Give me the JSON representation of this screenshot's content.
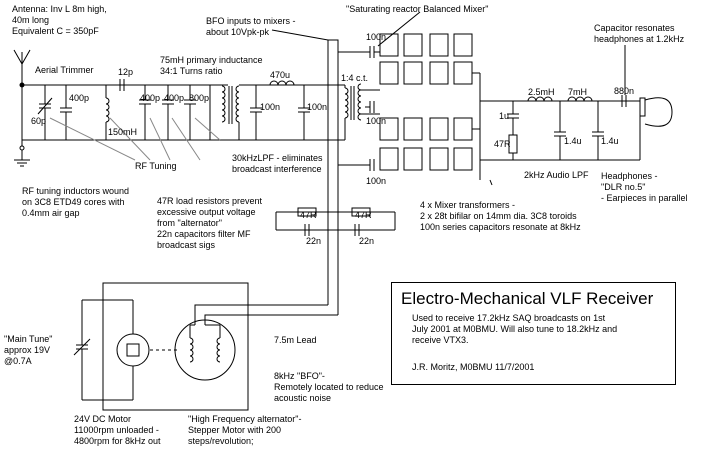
{
  "diagram": {
    "title": "Electro-Mechanical VLF Receiver",
    "description": "Used to receive 17.2kHz SAQ broadcasts on 1st\nJuly 2001 at M0BMU. Will also tune to 18.2kHz and\nreceive VTX3.",
    "author": "J.R. Moritz, M0BMU 11/7/2001",
    "labels": {
      "antenna": "Antenna: Inv L 8m high,\n40m long\nEquivalent C = 350pF",
      "bfo_inputs": "BFO inputs to mixers -\nabout 10Vpk-pk",
      "mixer_title": "\"Saturating reactor Balanced Mixer\"",
      "cap_resonates": "Capacitor resonates\nheadphones at 1.2kHz",
      "aerial_trimmer": "Aerial Trimmer",
      "c12p": "12p",
      "primary": "75mH primary inductance\n34:1 Turns ratio",
      "l470u": "470u",
      "ct": "1:4 c.t.",
      "c400p_a": "400p",
      "c60p": "60p",
      "l150mh": "150mH",
      "c400p_b": "400p",
      "c400p_c": "400p",
      "c800p": "800p",
      "c100n_a": "100n",
      "c100n_b": "100n",
      "c100n_top": "100n",
      "c100n_mid": "100n",
      "c100n_bot": "100n",
      "c1u": "1u",
      "r47r": "47R",
      "l25mh": "2.5mH",
      "l7mh": "7mH",
      "c880n": "880n",
      "c14u_a": "1.4u",
      "c14u_b": "1.4u",
      "rf_tuning": "RF Tuning",
      "lpf30k": "30kHzLPF - eliminates\nbroadcast interference",
      "audio_lpf": "2kHz Audio LPF",
      "headphones": "Headphones -\n\"DLR no.5\"\n- Earpieces in parallel",
      "rf_inductors": "RF tuning inductors wound\non 3C8 ETD49 cores with\n0.4mm air gap",
      "load_resistors": "47R load resistors prevent\nexcessive output voltage\nfrom \"alternator\"\n22n capacitors filter MF\nbroadcast sigs",
      "r47r_a": "47R",
      "r47r_b": "47R",
      "c22n_a": "22n",
      "c22n_b": "22n",
      "mixer_xfmr": "4 x Mixer transformers -\n2 x 28t bifilar on 14mm dia. 3C8 toroids\n100n series capacitors resonate at 8kHz",
      "main_tune": "\"Main Tune\"\napprox 19V\n@0.7A",
      "lead": "7.5m Lead",
      "bfo_remote": "8kHz \"BFO\"-\nRemotely located to reduce\nacoustic noise",
      "dc_motor": "24V DC Motor\n11000rpm unloaded -\n4800rpm for 8kHz out",
      "hf_alternator": "\"High Frequency alternator\"-\nStepper Motor with 200\nsteps/revolution;"
    }
  }
}
